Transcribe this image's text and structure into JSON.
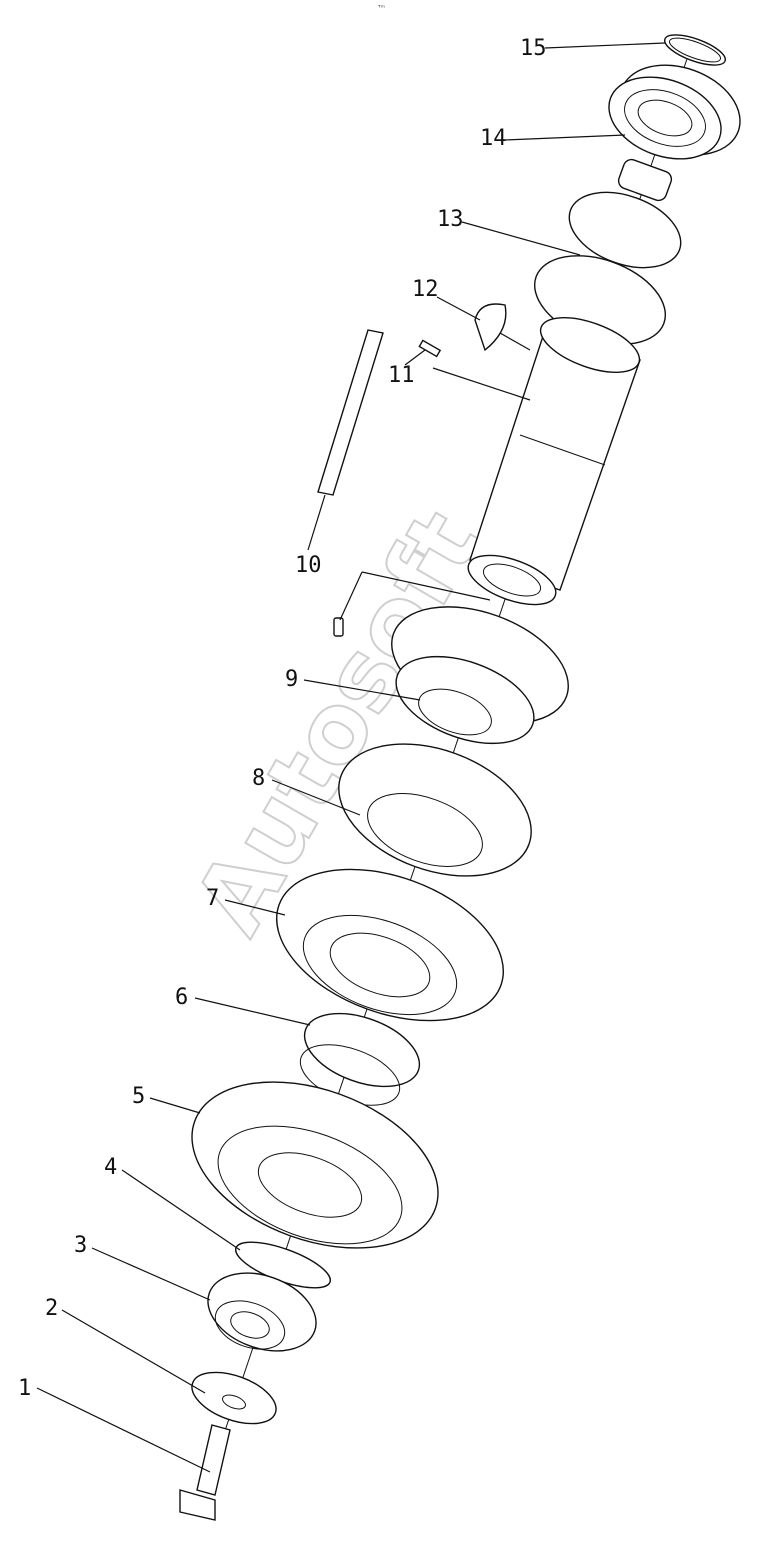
{
  "diagram": {
    "watermark": "Autosoft",
    "callouts": [
      "1",
      "2",
      "3",
      "4",
      "5",
      "6",
      "7",
      "8",
      "9",
      "10",
      "11",
      "12",
      "13",
      "14",
      "15"
    ],
    "header_mark": "ᵀᵐ"
  }
}
